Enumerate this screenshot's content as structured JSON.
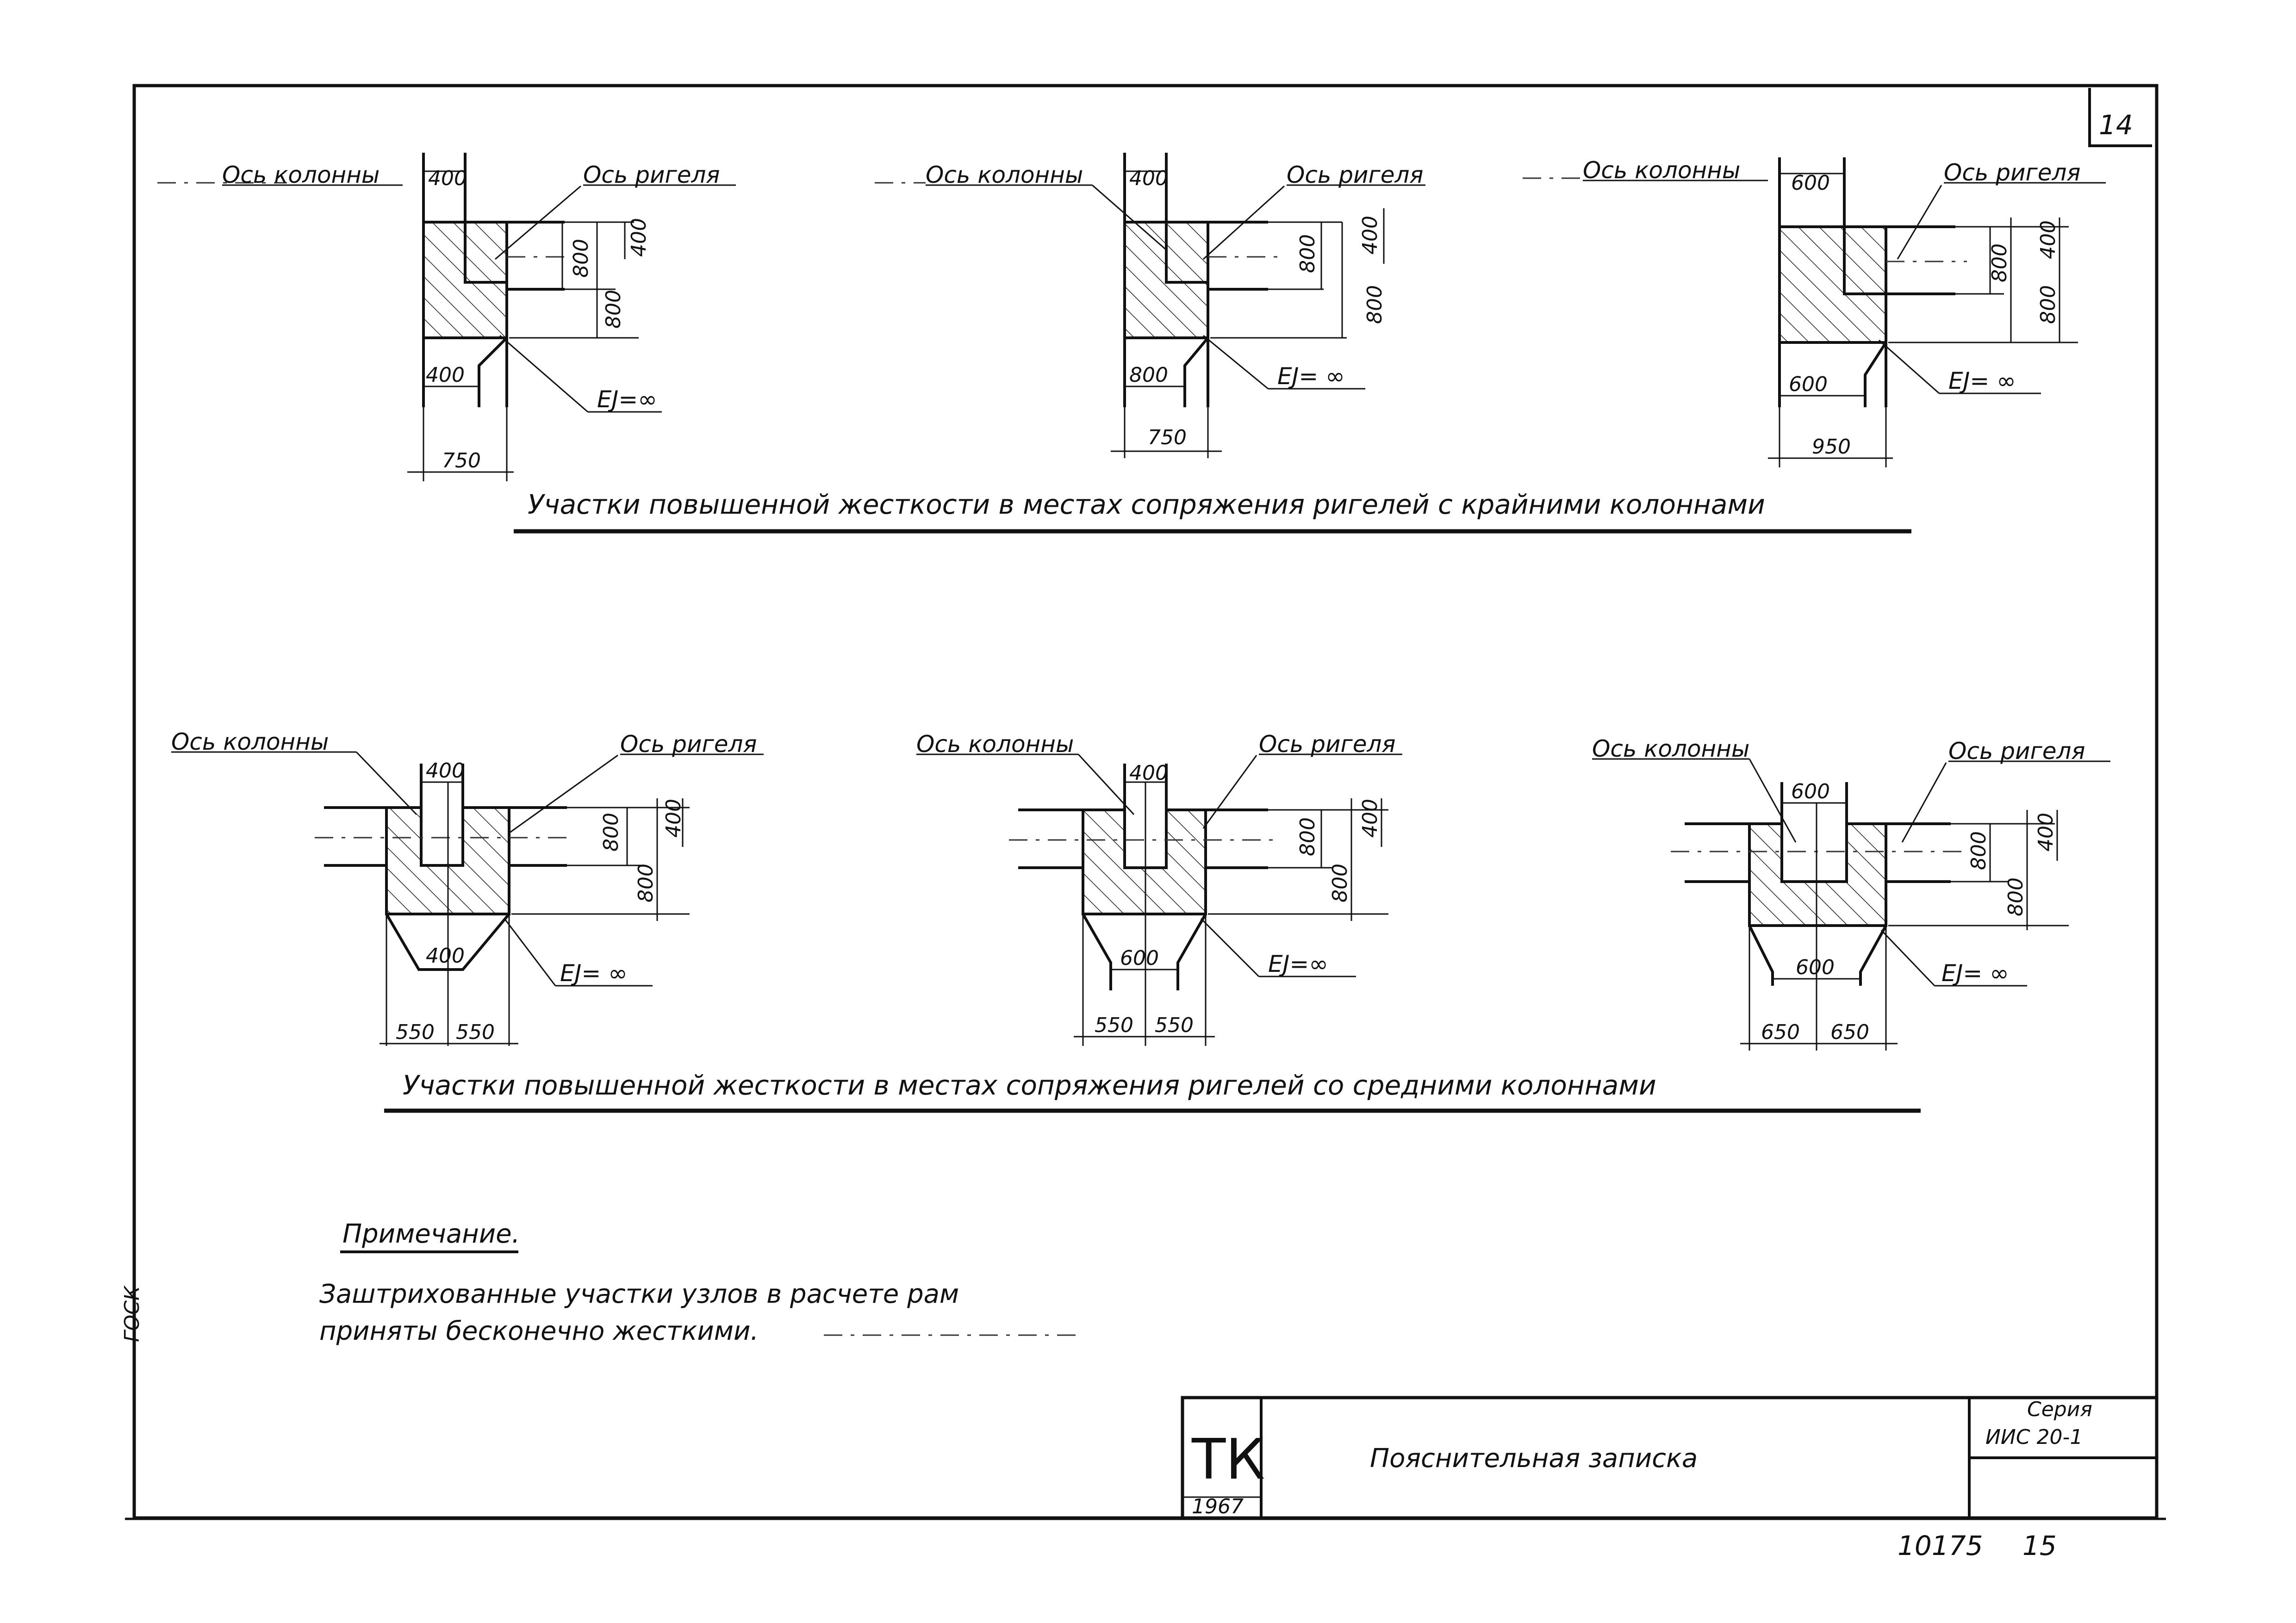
{
  "sheet": {
    "page_number": "14",
    "archive_code": "10175",
    "archive_page": "15",
    "margin_mark": "ГОСК"
  },
  "top_section": {
    "caption": "Участки повышенной жесткости в местах сопряжения ригелей с крайними колоннами",
    "details": [
      {
        "column_axis_label": "Ось колонны",
        "beam_axis_label": "Ось ригеля",
        "top_width": "400",
        "dim_beam_depth": "800",
        "dim_upper": "400",
        "dim_lower": "800",
        "haunch_width": "400",
        "total_width": "750",
        "ei_label": "EJ=∞"
      },
      {
        "column_axis_label": "Ось колонны",
        "beam_axis_label": "Ось ригеля",
        "top_width": "400",
        "dim_beam_depth": "800",
        "dim_upper": "400",
        "dim_lower": "800",
        "haunch_width": "800",
        "total_width": "750",
        "ei_label": "EJ= ∞"
      },
      {
        "column_axis_label": "Ось колонны",
        "beam_axis_label": "Ось ригеля",
        "top_width": "600",
        "dim_beam_depth": "800",
        "dim_upper": "400",
        "dim_lower": "800",
        "haunch_width": "600",
        "total_width": "950",
        "ei_label": "EJ= ∞"
      }
    ]
  },
  "bottom_section": {
    "caption": "Участки повышенной жесткости в местах сопряжения ригелей со средними колоннами",
    "details": [
      {
        "column_axis_label": "Ось колонны",
        "beam_axis_label": "Ось ригеля",
        "top_width": "400",
        "dim_beam_depth": "800",
        "dim_upper": "400",
        "dim_lower": "800",
        "haunch_width": "400",
        "left_width": "550",
        "right_width": "550",
        "ei_label": "EJ= ∞"
      },
      {
        "column_axis_label": "Ось колонны",
        "beam_axis_label": "Ось ригеля",
        "top_width": "400",
        "dim_beam_depth": "800",
        "dim_upper": "400",
        "dim_lower": "800",
        "haunch_width": "600",
        "left_width": "550",
        "right_width": "550",
        "ei_label": "EJ=∞"
      },
      {
        "column_axis_label": "Ось колонны",
        "beam_axis_label": "Ось ригеля",
        "top_width": "600",
        "dim_beam_depth": "800",
        "dim_upper": "400",
        "dim_lower": "800",
        "haunch_width": "600",
        "left_width": "650",
        "right_width": "650",
        "ei_label": "EJ= ∞"
      }
    ]
  },
  "note": {
    "title": "Примечание.",
    "line1": "Заштрихованные участки узлов в расчете рам",
    "line2": "приняты бесконечно жесткими."
  },
  "title_block": {
    "logo": "ТК",
    "year": "1967",
    "title": "Пояснительная записка",
    "series_label": "Серия",
    "series_code": "ИИС 20-1"
  }
}
